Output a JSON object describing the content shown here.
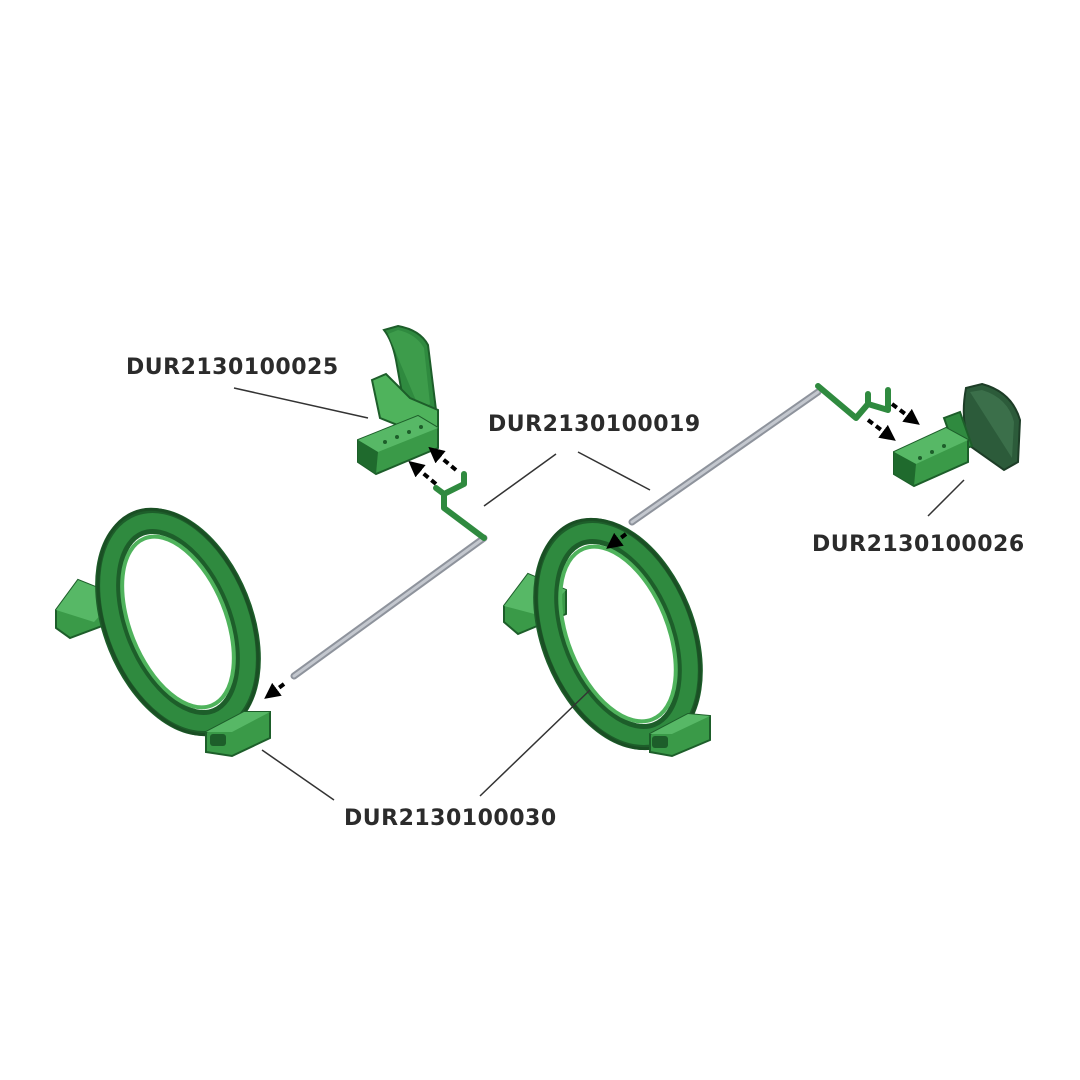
{
  "labels": {
    "part_025": "DUR2130100025",
    "part_019": "DUR2130100019",
    "part_026": "DUR2130100026",
    "part_030": "DUR2130100030"
  },
  "colors": {
    "plastic_green": "#2f8a3f",
    "plastic_green_light": "#4fb35c",
    "plastic_green_dark": "#1d5e2a",
    "rod_grey": "#a9aeb8",
    "leader_line": "#333333",
    "arrow": "#000000",
    "label_text": "#2b2b2b"
  }
}
